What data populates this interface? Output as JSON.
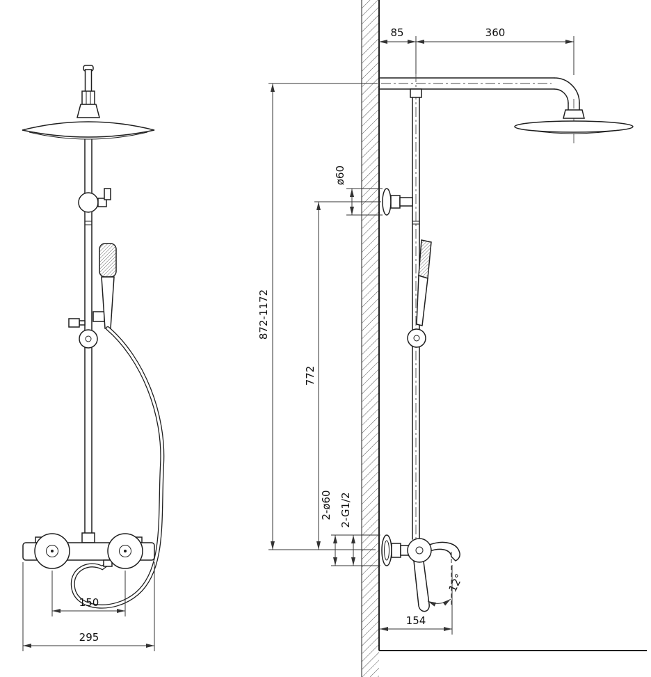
{
  "drawing": {
    "type": "technical-drawing",
    "subject": "thermostatic shower column, front and side installation views",
    "background_color": "#ffffff",
    "line_color": "#1f1f1f"
  },
  "front_view": {
    "dim_150": "150",
    "dim_295": "295"
  },
  "side_view": {
    "dim_85": "85",
    "dim_360": "360",
    "dim_d60": "ø60",
    "dim_height_range": "872-1172",
    "dim_772": "772",
    "dim_2_d60": "2-ø60",
    "dim_2_g12": "2-G1/2",
    "dim_angle": "12°",
    "dim_154": "154"
  }
}
